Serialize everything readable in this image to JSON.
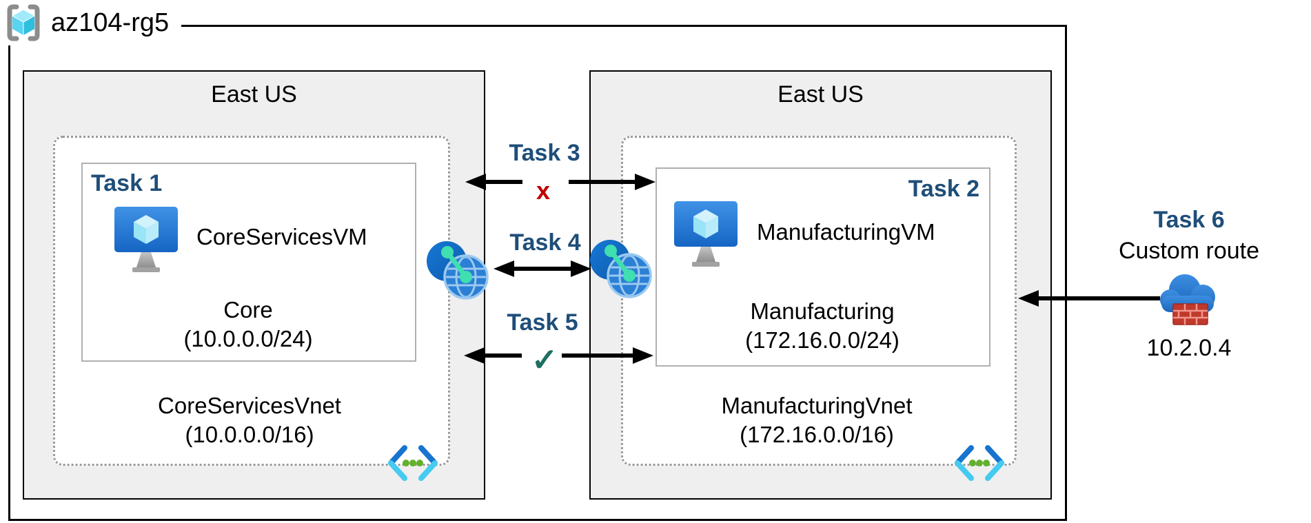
{
  "resource_group": {
    "label": "az104-rg5"
  },
  "left_region": {
    "location": "East US",
    "subnet": {
      "task": "Task 1",
      "vm_name": "CoreServicesVM",
      "name": "Core",
      "cidr": "(10.0.0.0/24)"
    },
    "vnet": {
      "name": "CoreServicesVnet",
      "cidr": "(10.0.0.0/16)"
    }
  },
  "right_region": {
    "location": "East US",
    "subnet": {
      "task": "Task 2",
      "vm_name": "ManufacturingVM",
      "name": "Manufacturing",
      "cidr": "(172.16.0.0/24)"
    },
    "vnet": {
      "name": "ManufacturingVnet",
      "cidr": "(172.16.0.0/16)"
    }
  },
  "connections": {
    "task3": {
      "label": "Task 3",
      "marker": "x"
    },
    "task4": {
      "label": "Task 4"
    },
    "task5": {
      "label": "Task 5",
      "marker": "✓"
    },
    "task6": {
      "label": "Task 6",
      "description": "Custom route",
      "ip": "10.2.0.4"
    }
  },
  "icons": {
    "resource_group": "resource-group-icon",
    "virtual_machine": "virtual-machine-icon",
    "virtual_network": "virtual-network-icon",
    "vnet_peering": "vnet-peering-icon",
    "firewall_cloud": "firewall-cloud-icon"
  },
  "colors": {
    "task_label": "#1f4e79",
    "cross": "#c00000",
    "check": "#1f6e62",
    "region_fill": "#efefef",
    "peering_teal": "#3fdfb0",
    "vnet_dot_green": "#62b12e",
    "firewall_red": "#c0392b"
  }
}
